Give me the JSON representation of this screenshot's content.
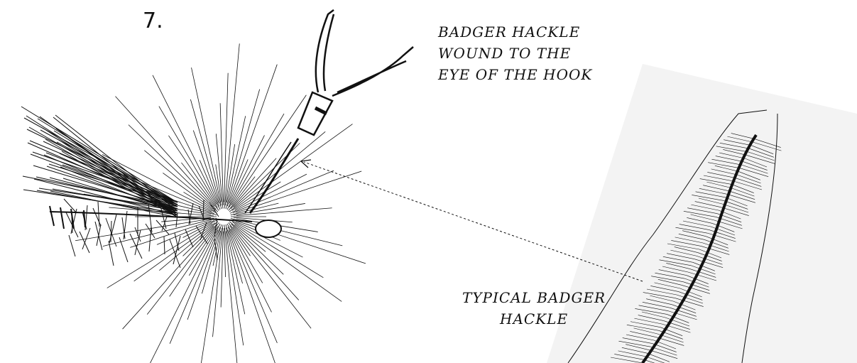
{
  "step_number": "7.",
  "labels": {
    "hackle_wound": [
      "BADGER HACKLE",
      "WOUND TO THE",
      "EYE OF THE HOOK"
    ],
    "typical_hackle": [
      "TYPICAL BADGER",
      "HACKLE"
    ]
  },
  "colors": {
    "ink": "#111111",
    "paper": "#ffffff",
    "shading": "#f3f3f3"
  }
}
